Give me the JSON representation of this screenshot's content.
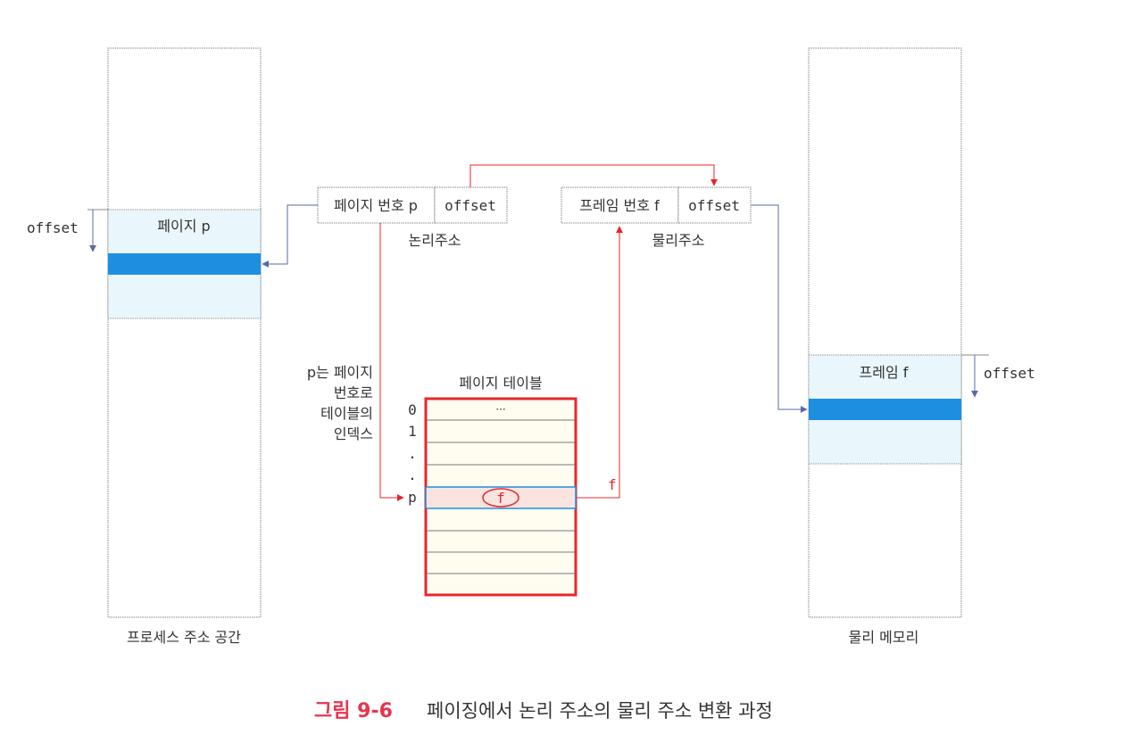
{
  "process_space": {
    "label": "프로세스 주소 공간",
    "page_label": "페이지 p",
    "offset_label": "offset"
  },
  "physical_memory": {
    "label": "물리 메모리",
    "frame_label": "프레임 f",
    "offset_label": "offset"
  },
  "logical_address": {
    "page_number": "페이지 번호 p",
    "offset": "offset",
    "label": "논리주소"
  },
  "physical_address": {
    "frame_number": "프레임 번호 f",
    "offset": "offset",
    "label": "물리주소"
  },
  "note": [
    "p는 페이지",
    "번호로",
    "테이블의",
    "인덱스"
  ],
  "page_table": {
    "title": "페이지 테이블",
    "indices": [
      "0",
      "1",
      ".",
      ".",
      "p"
    ],
    "first_entry": "···",
    "entry_p": "f",
    "output_label": "f"
  },
  "caption": {
    "number": "그림 9-6",
    "text": "페이징에서 논리 주소의 물리 주소 변환 과정"
  },
  "colors": {
    "red": "#e8262b",
    "blue_arrow": "#5a6aa8",
    "highlight": "#1e8fe0",
    "light_blue": "#e9f6fb",
    "table_bg": "#fffdf0"
  }
}
